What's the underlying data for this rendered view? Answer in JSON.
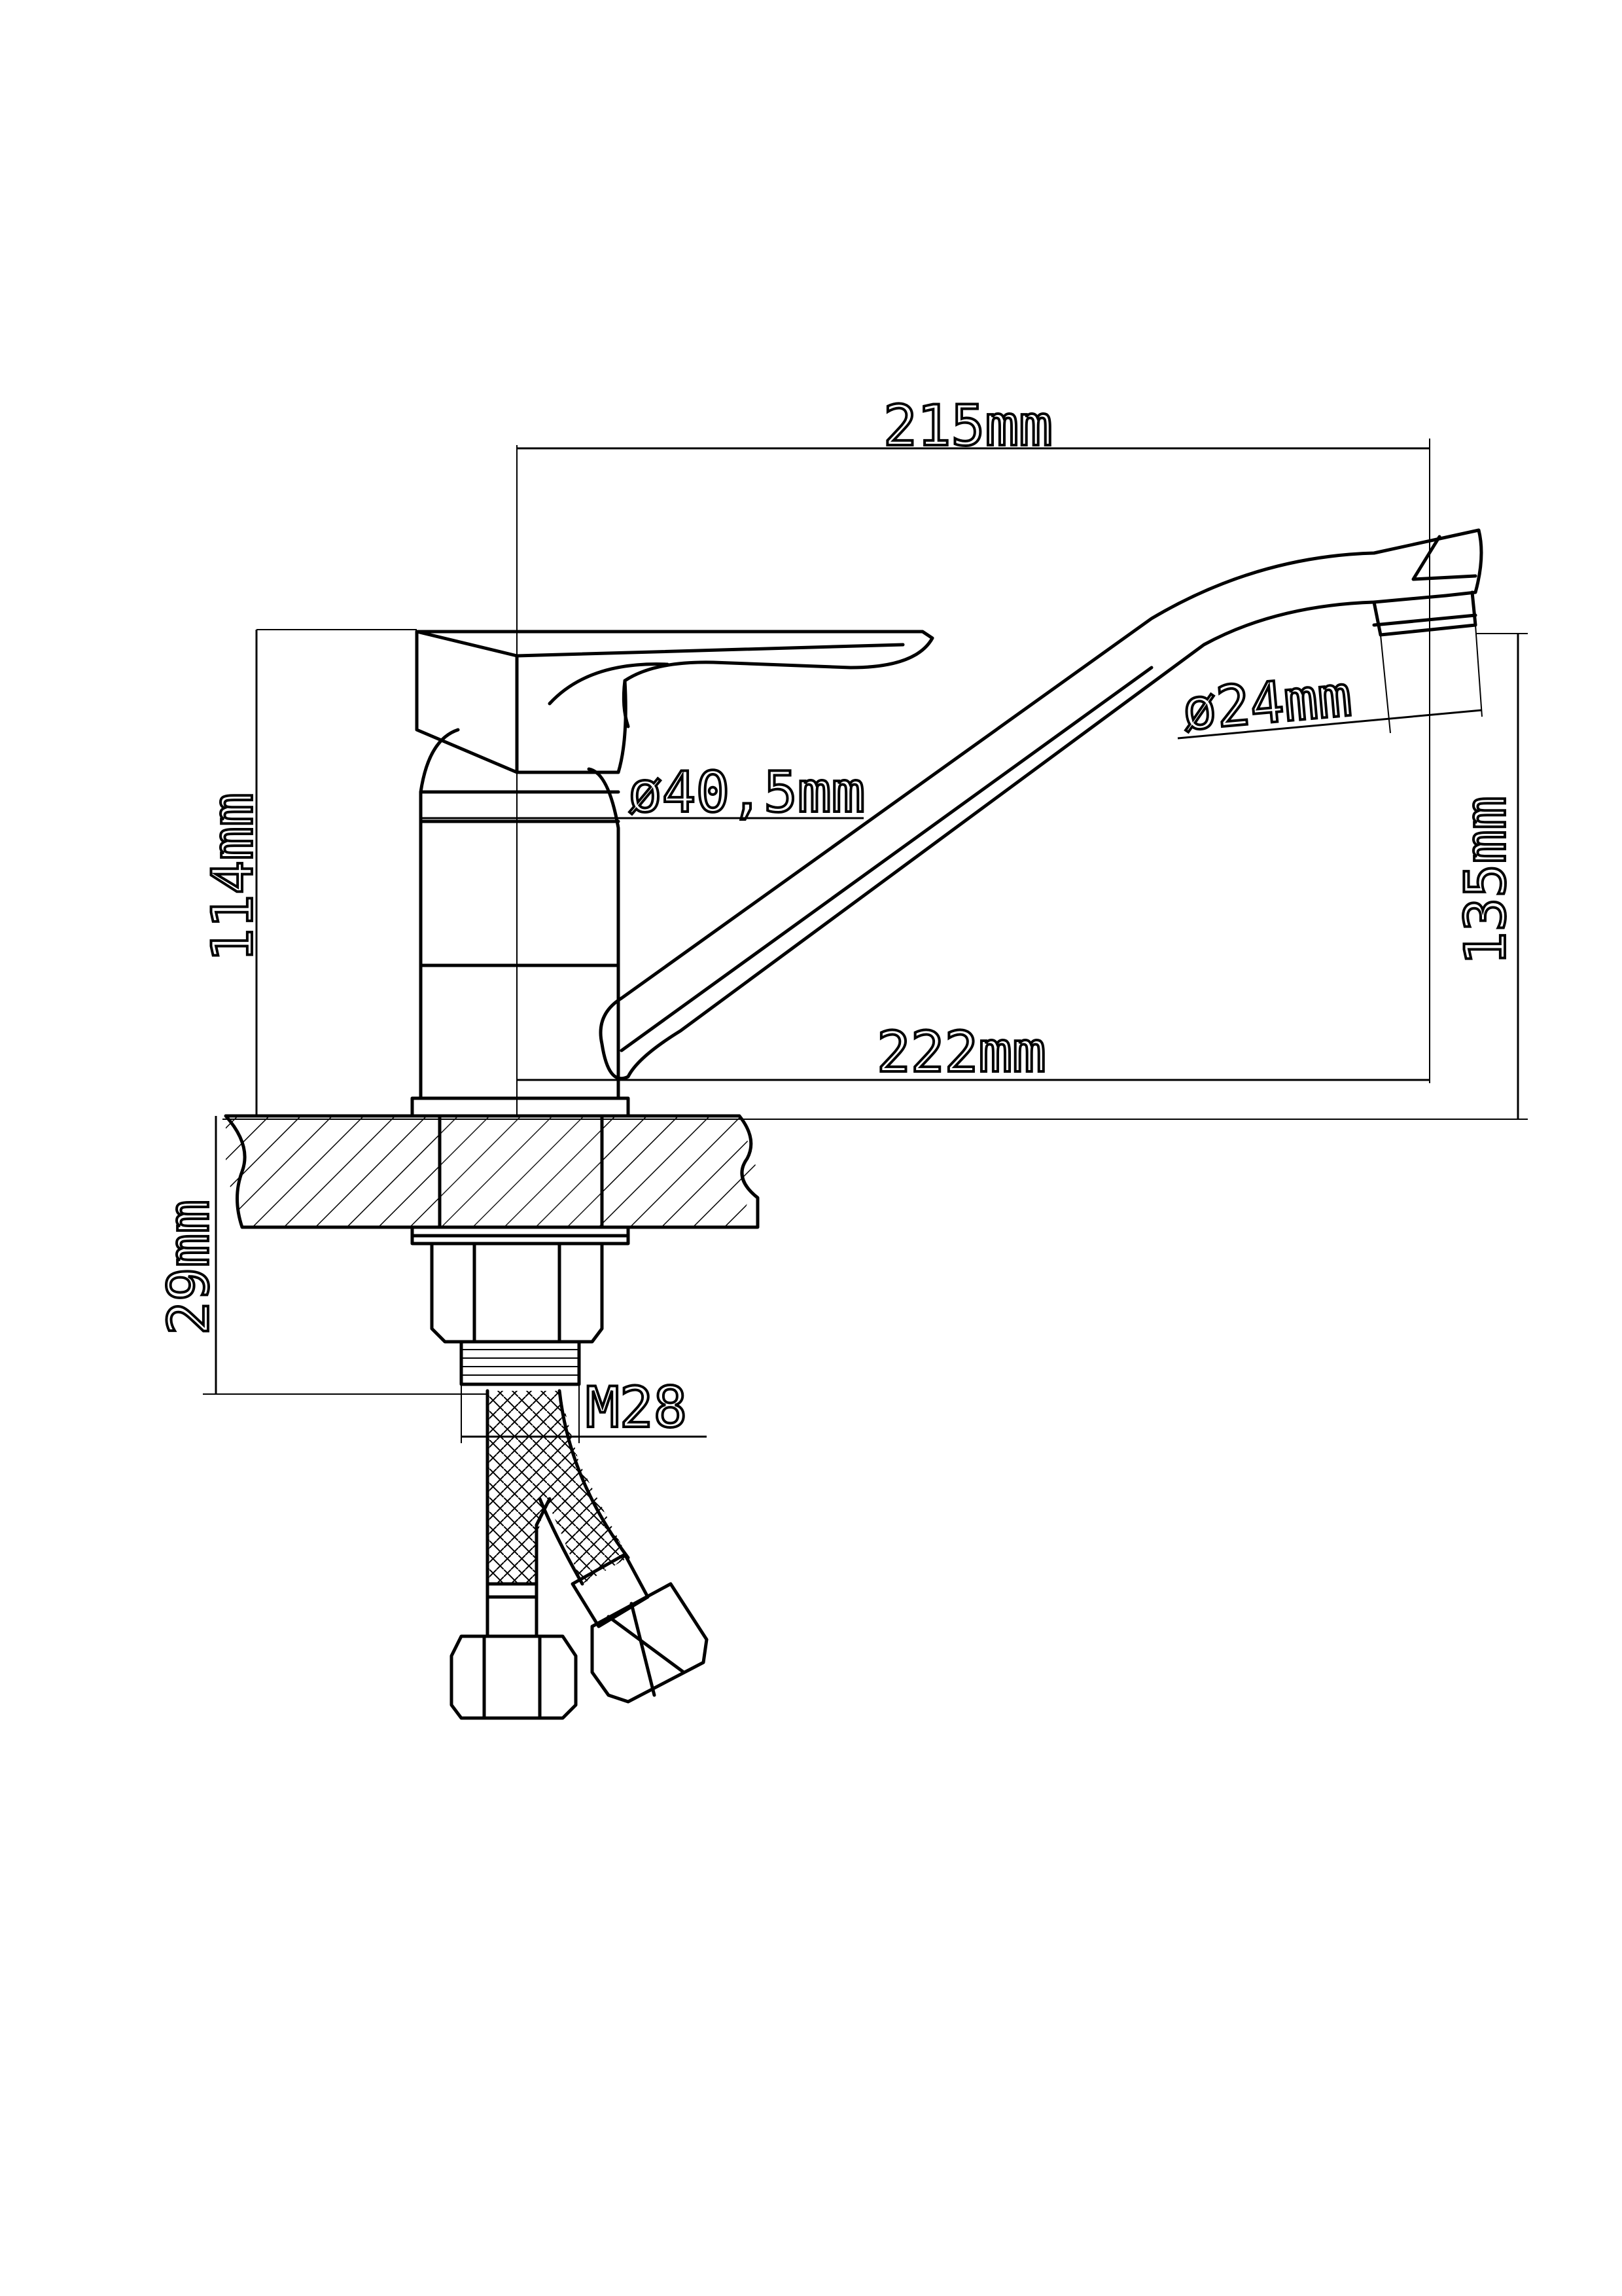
{
  "dimensions": {
    "overall_width": "215mm",
    "handle_height": "114mm",
    "body_diameter": "ø40,5mm",
    "aerator_diameter": "ø24mm",
    "spout_reach": "222mm",
    "spout_height": "135mm",
    "below_counter_depth": "29mm",
    "thread": "M28"
  }
}
